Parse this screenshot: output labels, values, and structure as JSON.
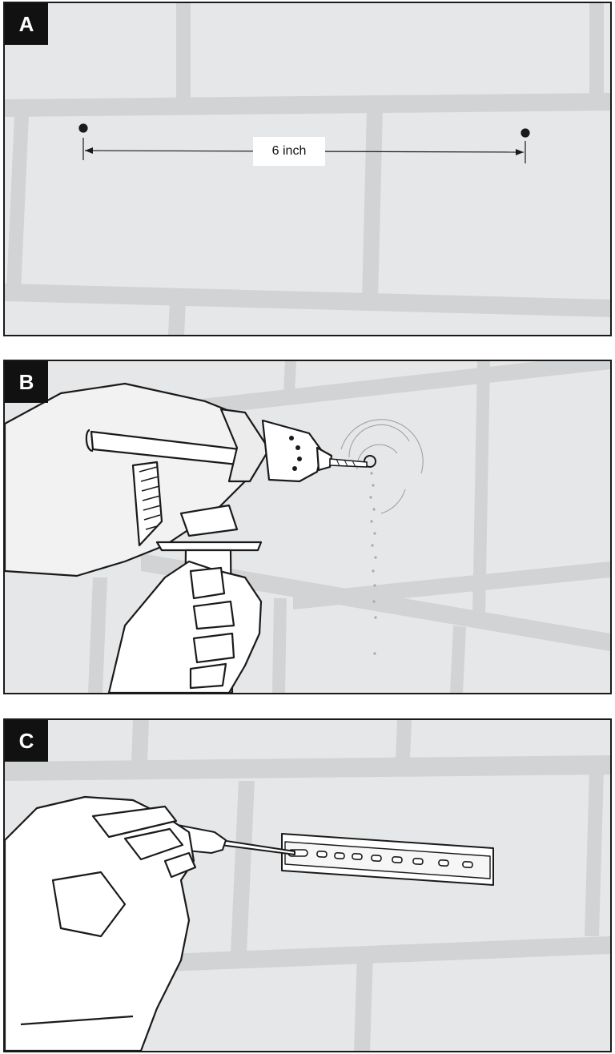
{
  "panels": [
    {
      "label": "A"
    },
    {
      "label": "B"
    },
    {
      "label": "C"
    }
  ],
  "measurement": {
    "label": "6 inch"
  },
  "colors": {
    "wall": "#e6e7e8",
    "mortar": "#d2d3d5",
    "ink": "#1a1a1a",
    "tag": "#111111"
  }
}
